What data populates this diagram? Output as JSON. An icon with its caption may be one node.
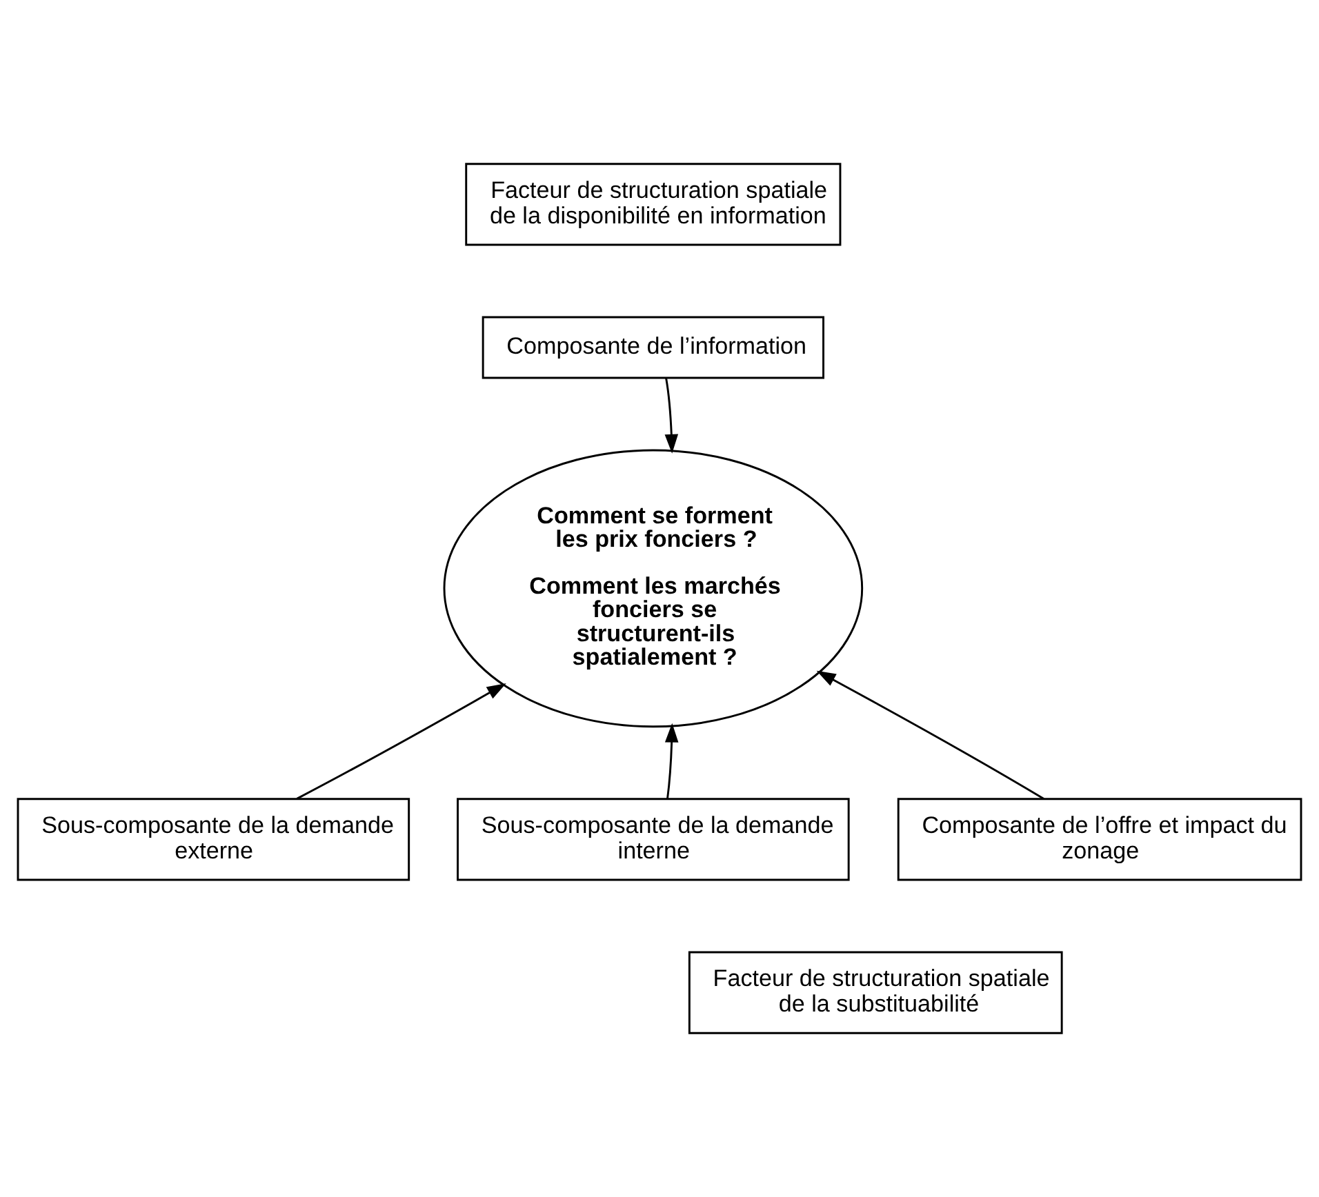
{
  "diagram": {
    "nodes": [
      {
        "text": [
          "Facteur de structuration spatiale de la disponibilité en information"
        ]
      },
      {
        "text": [
          "Composante de l’information"
        ]
      },
      {
        "text": [
          "Comment se forment les prix fonciers ?",
          "Comment les marchés fonciers se structurent-ils spatialement ?"
        ]
      },
      {
        "text": [
          "Sous-composante de la demande externe"
        ]
      },
      {
        "text": [
          "Sous-composante de la demande interne"
        ]
      },
      {
        "text": [
          "Composante de l’offre et impact du zonage"
        ]
      },
      {
        "text": [
          "Facteur de structuration spatiale de la substituabilité"
        ]
      }
    ],
    "edges": [
      {
        "from": 1,
        "to": 2,
        "arrow": "to"
      },
      {
        "from": 3,
        "to": 2,
        "arrow": "to"
      },
      {
        "from": 4,
        "to": 2,
        "arrow": "to"
      },
      {
        "from": 5,
        "to": 2,
        "arrow": "to"
      }
    ]
  }
}
